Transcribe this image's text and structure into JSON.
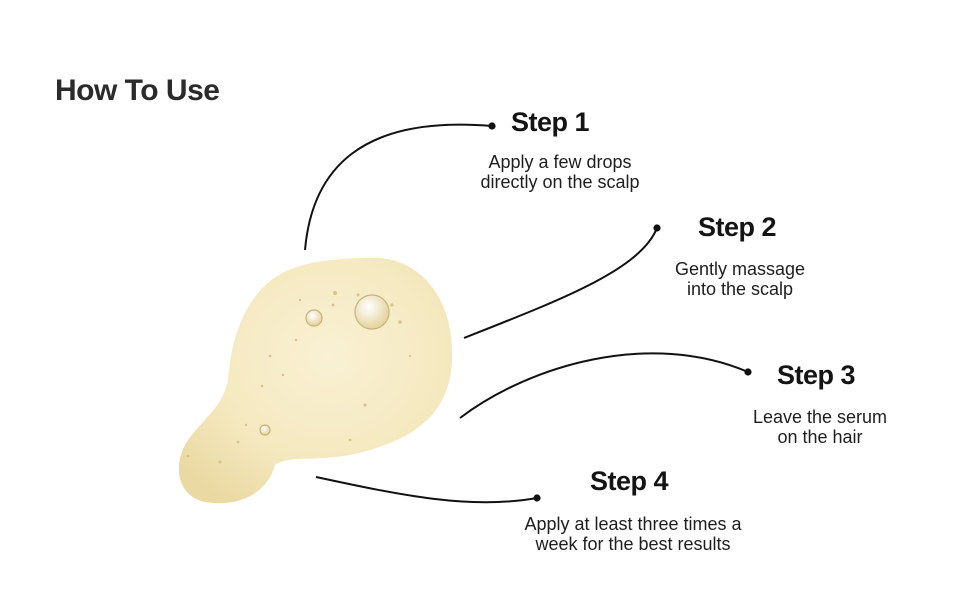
{
  "heading": "How To Use",
  "steps": [
    {
      "title": "Step 1",
      "desc": "Apply a few drops\ndirectly on the scalp"
    },
    {
      "title": "Step 2",
      "desc": "Gently massage\ninto the scalp"
    },
    {
      "title": "Step 3",
      "desc": "Leave the serum\non the hair"
    },
    {
      "title": "Step 4",
      "desc": "Apply at least three times a\nweek for the best results"
    }
  ],
  "colors": {
    "serum": "#f6ecc6",
    "serum_edge": "#e9d9a0",
    "line": "#111111"
  }
}
